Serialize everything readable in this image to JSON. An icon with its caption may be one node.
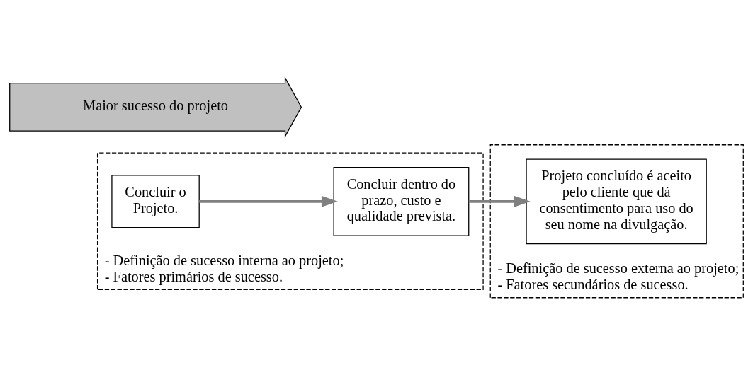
{
  "diagram": {
    "nodes": [
      {
        "text": [
          "- Definição de sucesso interna ao projeto;",
          "- Fatores primários de sucesso."
        ]
      },
      {
        "text": [
          "Concluir o Projeto."
        ],
        "in": 0
      },
      {
        "text": [
          "Concluir dentro do prazo, custo e qualidade prevista."
        ],
        "in": 0
      },
      {
        "text": [
          "- Definição de sucesso externa ao projeto;",
          "- Fatores secundários de sucesso."
        ]
      },
      {
        "text": [
          "Projeto concluído é aceito pelo cliente que dá consentimento para uso do seu nome na divulgação."
        ],
        "in": 3
      },
      {
        "text": [
          "Maior sucesso do projeto"
        ]
      }
    ],
    "edges": [
      {
        "from": 1,
        "to": 2,
        "arrow": "to"
      },
      {
        "from": 2,
        "to": 4,
        "arrow": "to"
      }
    ]
  }
}
